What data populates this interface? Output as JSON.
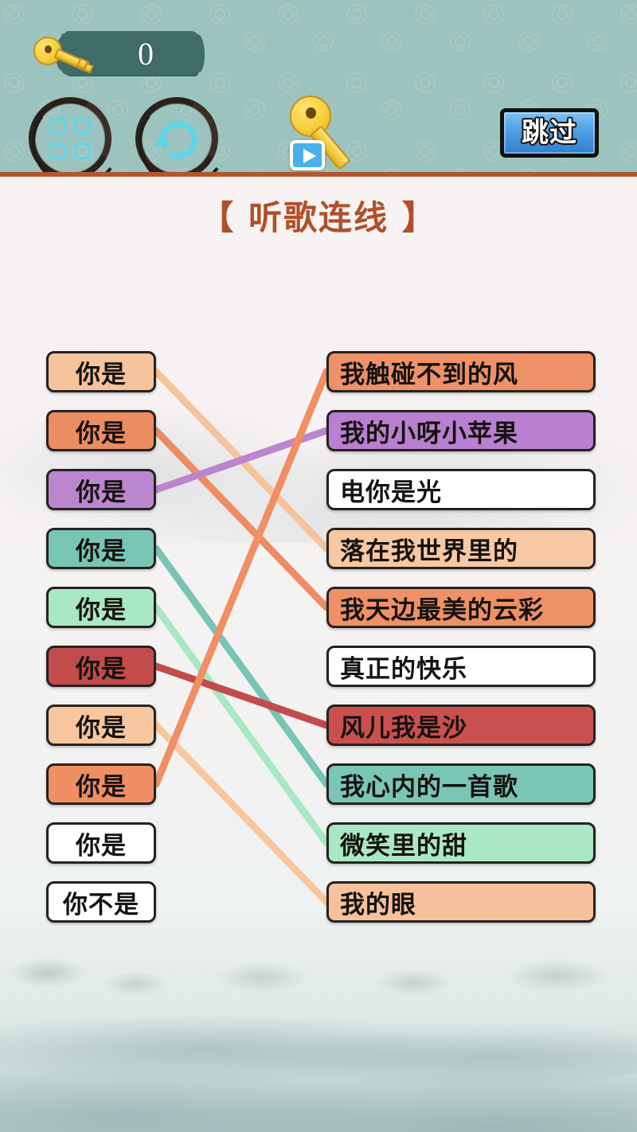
{
  "header": {
    "key_counter": {
      "icon": "key-icon",
      "value": "0"
    },
    "buttons": [
      {
        "name": "grid-menu-button",
        "icon": "grid-icon",
        "label": ""
      },
      {
        "name": "undo-button",
        "icon": "undo-arrow-icon",
        "label": ""
      },
      {
        "name": "key-ad-button",
        "icon": "key-icon",
        "badge_icon": "play-icon",
        "label": ""
      }
    ],
    "skip_button": {
      "label": "跳过",
      "color": "#4f9fe4"
    }
  },
  "title": "【 听歌连线 】",
  "title_color": "#b0502a",
  "puzzle": {
    "left_column": [
      {
        "id": "L1",
        "text": "你是",
        "color": "#f5c39c"
      },
      {
        "id": "L2",
        "text": "你是",
        "color": "#ec8c62"
      },
      {
        "id": "L3",
        "text": "你是",
        "color": "#bb85cf"
      },
      {
        "id": "L4",
        "text": "你是",
        "color": "#78c5b4"
      },
      {
        "id": "L5",
        "text": "你是",
        "color": "#a8e8c2"
      },
      {
        "id": "L6",
        "text": "你是",
        "color": "#c24b4c"
      },
      {
        "id": "L7",
        "text": "你是",
        "color": "#f8c7a0"
      },
      {
        "id": "L8",
        "text": "你是",
        "color": "#ef8f63"
      },
      {
        "id": "L9",
        "text": "你是",
        "color": "#ffffff"
      },
      {
        "id": "L10",
        "text": "你不是",
        "color": "#ffffff"
      }
    ],
    "right_column": [
      {
        "id": "R1",
        "text": "我触碰不到的风",
        "color": "#ee9068"
      },
      {
        "id": "R2",
        "text": "我的小呀小苹果",
        "color": "#b97fd0"
      },
      {
        "id": "R3",
        "text": "电你是光",
        "color": "#ffffff"
      },
      {
        "id": "R4",
        "text": "落在我世界里的",
        "color": "#f8c8a2"
      },
      {
        "id": "R5",
        "text": "我天边最美的云彩",
        "color": "#ef9066"
      },
      {
        "id": "R6",
        "text": "真正的快乐",
        "color": "#ffffff"
      },
      {
        "id": "R7",
        "text": "风儿我是沙",
        "color": "#c9504f"
      },
      {
        "id": "R8",
        "text": "我心内的一首歌",
        "color": "#79c6b5"
      },
      {
        "id": "R9",
        "text": "微笑里的甜",
        "color": "#a9e8c3"
      },
      {
        "id": "R10",
        "text": "我的眼",
        "color": "#f6c19b"
      }
    ],
    "connections": [
      {
        "from": "L1",
        "to": "R4",
        "color": "#f5c39c"
      },
      {
        "from": "L2",
        "to": "R5",
        "color": "#ec8c62"
      },
      {
        "from": "L3",
        "to": "R2",
        "color": "#bb85cf"
      },
      {
        "from": "L4",
        "to": "R8",
        "color": "#78c5b4"
      },
      {
        "from": "L5",
        "to": "R9",
        "color": "#a8e8c2"
      },
      {
        "from": "L6",
        "to": "R7",
        "color": "#c24b4c"
      },
      {
        "from": "L7",
        "to": "R10",
        "color": "#f8c7a0"
      },
      {
        "from": "L8",
        "to": "R1",
        "color": "#ef8f63"
      }
    ]
  }
}
